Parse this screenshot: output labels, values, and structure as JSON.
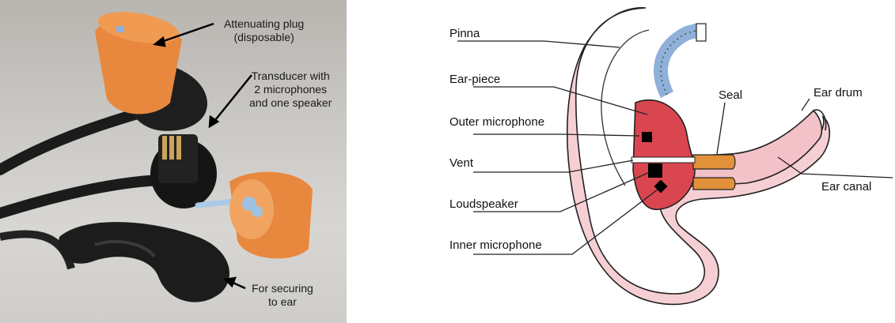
{
  "photo": {
    "labels": {
      "plug_line1": "Attenuating plug",
      "plug_line2": "(disposable)",
      "transducer_line1": "Transducer with",
      "transducer_line2": "2 microphones",
      "transducer_line3": "and one speaker",
      "securing_line1": "For securing",
      "securing_line2": "to ear"
    }
  },
  "diagram": {
    "labels": {
      "pinna": "Pinna",
      "ear_piece": "Ear-piece",
      "outer_microphone": "Outer microphone",
      "vent": "Vent",
      "loudspeaker": "Loudspeaker",
      "inner_microphone": "Inner microphone",
      "seal": "Seal",
      "ear_drum": "Ear drum",
      "ear_canal": "Ear canal"
    }
  },
  "colors": {
    "foam_orange": "#e8883e",
    "skin_pink": "#f6cfd4",
    "earpiece_red": "#d9464f",
    "tube_blue": "#8fb0d8",
    "seal_orange": "#e0913a"
  },
  "icons": [
    "attenuating-plug-icon",
    "transducer-icon",
    "ear-hook-icon",
    "ear-diagram-icon"
  ]
}
